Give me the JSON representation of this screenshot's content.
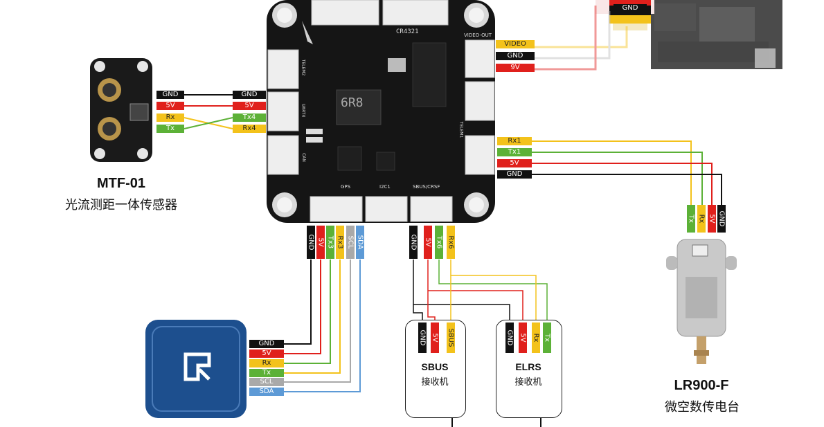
{
  "fc_board": {
    "chip_label": "CR4321",
    "inductor_label": "6R8",
    "video_out_label": "VIDEO-OUT",
    "gps_label": "GPS",
    "i2c_label": "I2C1",
    "sbus_label": "SBUS/CRSF",
    "telem2_label": "TELEM2",
    "uart4_label": "UART4",
    "can_label": "CAN",
    "telem1_label": "TELEM1"
  },
  "mtf01": {
    "name": "MTF-01",
    "description": "光流测距一体传感器",
    "pins": [
      "GND",
      "5V",
      "Rx",
      "Tx"
    ],
    "fc_pins": [
      "GND",
      "5V",
      "Tx4",
      "Rx4"
    ]
  },
  "video": {
    "pins": [
      "VIDEO",
      "GND",
      "9V"
    ],
    "vtx_pin": "GND"
  },
  "telem1": {
    "pins": [
      "Rx1",
      "Tx1",
      "5V",
      "GND"
    ]
  },
  "lr900": {
    "name": "LR900-F",
    "description": "微空数传电台",
    "pins": [
      "Tx",
      "Rx",
      "5V",
      "GND"
    ]
  },
  "gps": {
    "fc_pins": [
      "GND",
      "5V",
      "Tx3",
      "Rx3",
      "SCL",
      "SDA"
    ],
    "module_pins": [
      "GND",
      "5V",
      "Rx",
      "Tx",
      "SCL",
      "SDA"
    ]
  },
  "sbus_port": {
    "fc_pins": [
      "GND",
      "5V",
      "Tx6",
      "Rx6"
    ]
  },
  "sbus_rx": {
    "name": "SBUS",
    "description": "接收机",
    "pins": [
      "GND",
      "5V",
      "SBUS"
    ]
  },
  "elrs_rx": {
    "name": "ELRS",
    "description": "接收机",
    "pins": [
      "GND",
      "5V",
      "Rx",
      "Tx"
    ]
  },
  "colors": {
    "black": "#111111",
    "red": "#e0201c",
    "yellow": "#f3c21b",
    "green": "#5cb137",
    "gray": "#a9a9a9",
    "blue": "#5d9ad6",
    "board": "#151515",
    "gps_module": "#1d4f8e"
  },
  "icons": [
    "flight-controller-board",
    "optical-flow-sensor",
    "video-transmitter",
    "gps-module",
    "radio-telemetry-module",
    "antenna"
  ]
}
